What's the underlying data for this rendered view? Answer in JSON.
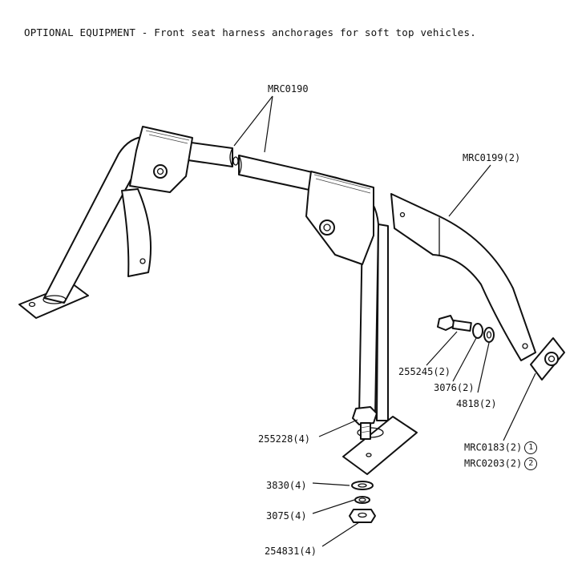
{
  "title": "OPTIONAL EQUIPMENT - Front seat harness anchorages for soft top vehicles.",
  "labels": {
    "frame": "MRC0190",
    "bracket": "MRC0199(2)",
    "bolt_bracket": "255245(2)",
    "spring_washer_bracket": "3076(2)",
    "plain_washer_bracket": "4818(2)",
    "plate_1": "MRC0183(2)",
    "plate_1_ref": "1",
    "plate_2": "MRC0203(2)",
    "plate_2_ref": "2",
    "bolt_foot": "255228(4)",
    "plain_washer_foot": "3830(4)",
    "spring_washer_foot": "3075(4)",
    "nut_foot": "254831(4)"
  }
}
